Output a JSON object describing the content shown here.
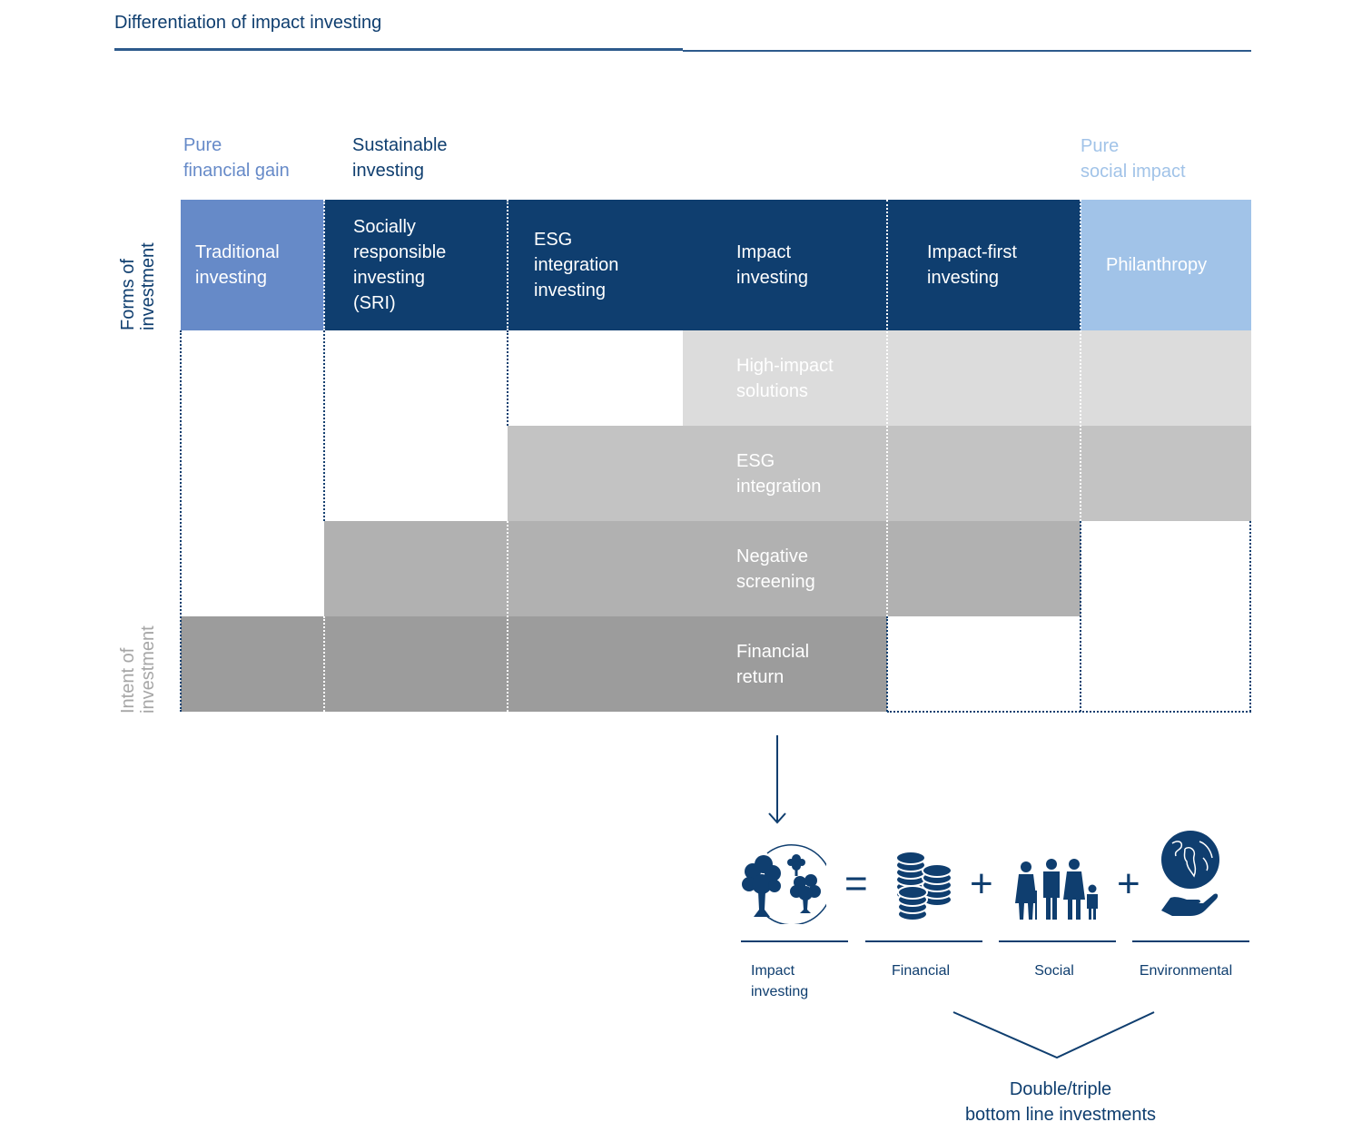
{
  "title": "Differentiation of impact investing",
  "colors": {
    "navy": "#0f3e6f",
    "mid_blue": "#668ac8",
    "light_blue": "#a1c3e8",
    "gray_1": "#dcdcdc",
    "gray_2": "#c3c3c3",
    "gray_3": "#b1b1b1",
    "gray_4": "#9c9c9c"
  },
  "column_headers": {
    "pure_financial_gain": [
      "Pure",
      "financial gain"
    ],
    "sustainable_investing": [
      "Sustainable",
      "investing"
    ],
    "pure_social_impact": [
      "Pure",
      "social impact"
    ]
  },
  "axis_labels": {
    "forms": [
      "Forms of",
      "investment"
    ],
    "intent": [
      "Intent of",
      "investment"
    ]
  },
  "forms": [
    {
      "label": "Traditional investing",
      "lines": [
        "Traditional",
        "investing"
      ]
    },
    {
      "label": "Socially responsible investing (SRI)",
      "lines": [
        "Socially",
        "responsible",
        "investing",
        "(SRI)"
      ]
    },
    {
      "label": "ESG integration investing",
      "lines": [
        "ESG",
        "integration",
        "investing"
      ]
    },
    {
      "label": "Impact investing",
      "lines": [
        "Impact",
        "investing"
      ]
    },
    {
      "label": "Impact-first investing",
      "lines": [
        "Impact-first",
        "investing"
      ]
    },
    {
      "label": "Philanthropy",
      "lines": [
        "Philanthropy"
      ]
    }
  ],
  "intents": [
    {
      "label": "High-impact solutions",
      "lines": [
        "High-impact",
        "solutions"
      ],
      "applies_to": [
        "Impact investing",
        "Impact-first investing",
        "Philanthropy"
      ]
    },
    {
      "label": "ESG integration",
      "lines": [
        "ESG",
        "integration"
      ],
      "applies_to": [
        "ESG integration investing",
        "Impact investing",
        "Impact-first investing",
        "Philanthropy"
      ]
    },
    {
      "label": "Negative screening",
      "lines": [
        "Negative",
        "screening"
      ],
      "applies_to": [
        "Socially responsible investing (SRI)",
        "ESG integration investing",
        "Impact investing",
        "Impact-first investing"
      ]
    },
    {
      "label": "Financial return",
      "lines": [
        "Financial",
        "return"
      ],
      "applies_to": [
        "Traditional investing",
        "Socially responsible investing (SRI)",
        "ESG integration investing",
        "Impact investing"
      ]
    }
  ],
  "equation": {
    "items": [
      {
        "icon": "trees-globe-icon",
        "label_lines": [
          "Impact",
          "investing"
        ]
      },
      {
        "icon": "coins-stack-icon",
        "label_lines": [
          "Financial"
        ]
      },
      {
        "icon": "family-people-icon",
        "label_lines": [
          "Social"
        ]
      },
      {
        "icon": "globe-in-hand-icon",
        "label_lines": [
          "Environmental"
        ]
      }
    ],
    "operators": [
      "=",
      "+",
      "+"
    ],
    "summary_lines": [
      "Double/triple",
      "bottom line investments"
    ]
  }
}
